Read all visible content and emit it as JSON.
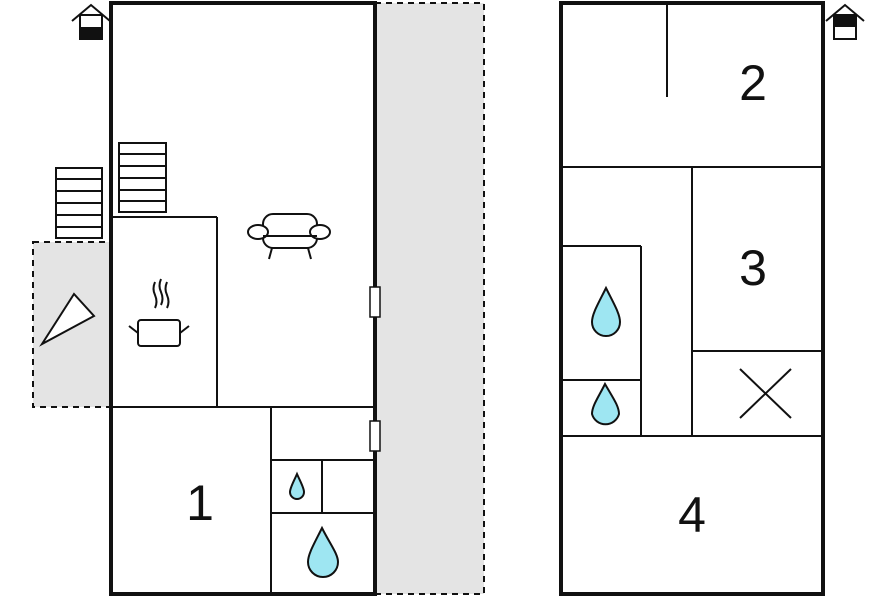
{
  "colors": {
    "wall": "#111111",
    "outdoor_area": "#e4e4e4",
    "water": "#9ee6f2",
    "background": "#ffffff"
  },
  "ground_floor": {
    "room_labels": [
      "1"
    ],
    "icons": [
      "house-ground-floor-icon",
      "stairs-icon",
      "kitchen-pot-icon",
      "sofa-icon",
      "shower-icon",
      "toilet-icon",
      "door-icon",
      "terrace-shade-icon"
    ]
  },
  "upper_floor": {
    "room_labels": [
      "2",
      "3",
      "4"
    ],
    "icons": [
      "house-upper-floor-icon",
      "shower-icon",
      "toilet-icon",
      "void-cross-icon"
    ]
  }
}
